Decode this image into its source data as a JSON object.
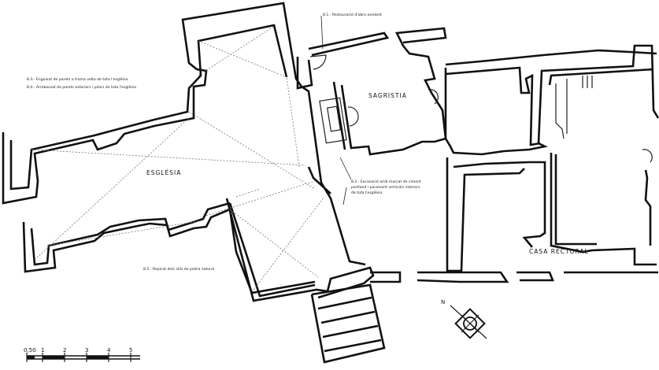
{
  "rooms": {
    "esglesia": "ESGLÉSIA",
    "sagristia": "SAGRISTIA",
    "casa_rectoral": "CASA RECTORAL"
  },
  "notes": {
    "n1": "8.1.- Restauració d'obra existent",
    "n3": "8.3.- Enguixat de parets o trama volta de tota l'església",
    "n4": "8.4.- Arrebossat de parets exteriors i pilars de tota l'església",
    "n2a": "8.2.- Excavació amb marcat de ciment",
    "n2b": "portland i parament verticals interiors",
    "n2c": "de tota l'església",
    "n5": "8.5.- Repicat dels sòls de pedra natural"
  },
  "compass": {
    "label": "N"
  },
  "scale": {
    "labels": [
      "0,50",
      "1",
      "2",
      "3",
      "4",
      "5"
    ]
  }
}
